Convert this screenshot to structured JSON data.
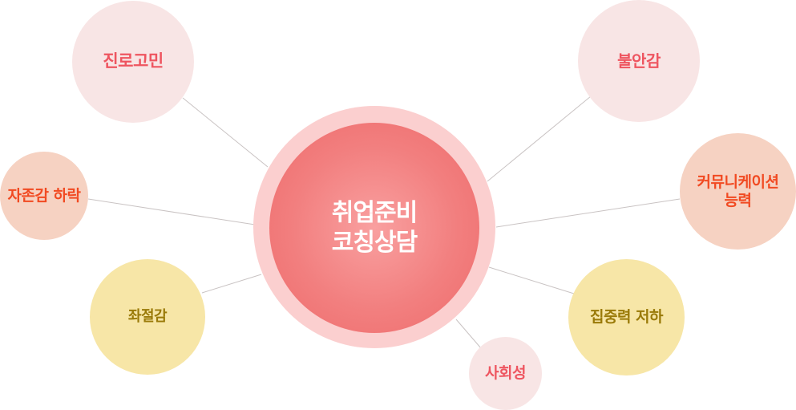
{
  "center": {
    "line1": "취업준비",
    "line2": "코칭상담"
  },
  "nodes": {
    "career": "진로고민",
    "self_esteem": "자존감 하락",
    "frustration": "좌절감",
    "anxiety": "불안감",
    "communication_1": "커뮤니케이션",
    "communication_2": "능력",
    "concentration": "집중력 저하",
    "sociality": "사회성"
  },
  "colors": {
    "pink_bg": "#f8e5e5",
    "pink_text": "#ee5560",
    "salmon_bg": "#f6d2c2",
    "salmon_text": "#f14a22",
    "yellow_bg": "#f7e6a7",
    "yellow_text": "#9a7a08",
    "center_ring": "#fbcfcf",
    "center_fill": "#f27f7f"
  }
}
